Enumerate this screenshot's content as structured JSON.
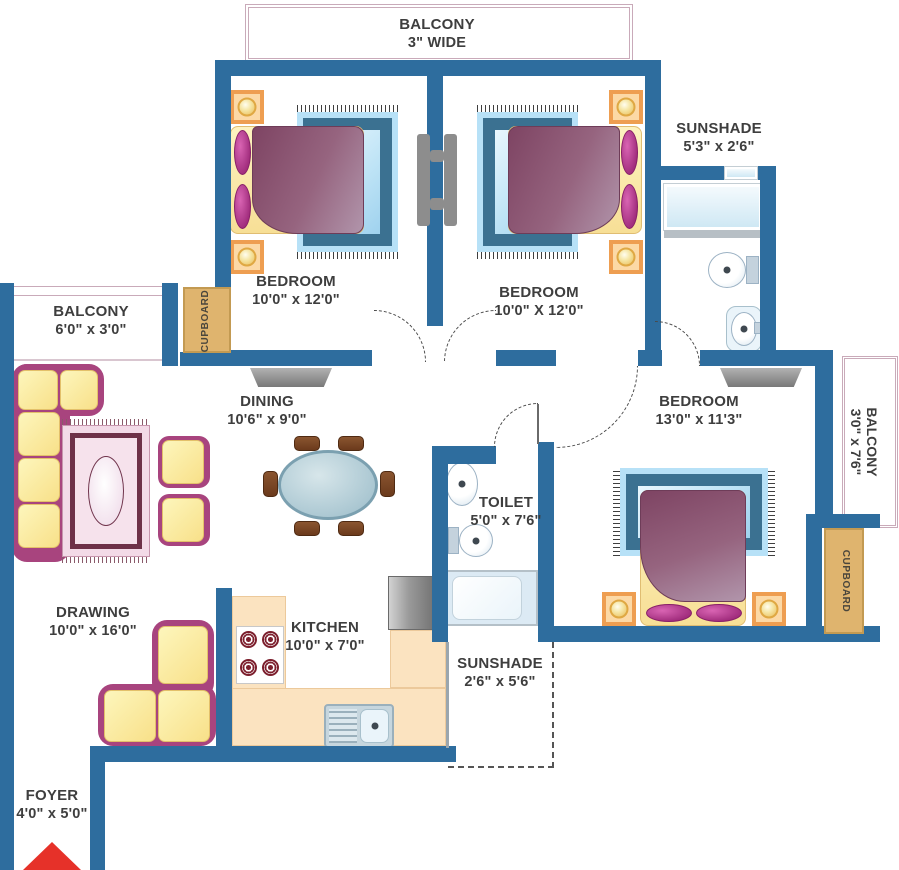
{
  "plan": {
    "rooms": {
      "balcony_top": {
        "name": "BALCONY",
        "dims": "3\" WIDE"
      },
      "bedroom_1": {
        "name": "BEDROOM",
        "dims": "10'0\" x 12'0\""
      },
      "bedroom_2": {
        "name": "BEDROOM",
        "dims": "10'0\" X 12'0\""
      },
      "sunshade_top": {
        "name": "SUNSHADE",
        "dims": "5'3\" x 2'6\""
      },
      "balcony_left": {
        "name": "BALCONY",
        "dims": "6'0\" x 3'0\""
      },
      "dining": {
        "name": "DINING",
        "dims": "10'6\" x 9'0\""
      },
      "bedroom_3": {
        "name": "BEDROOM",
        "dims": "13'0\" x 11'3\""
      },
      "balcony_right": {
        "name": "BALCONY",
        "dims": "3'0\" x 7'6\""
      },
      "toilet": {
        "name": "TOILET",
        "dims": "5'0\" x 7'6\""
      },
      "drawing": {
        "name": "DRAWING",
        "dims": "10'0\" x 16'0\""
      },
      "kitchen": {
        "name": "KITCHEN",
        "dims": "10'0\" x 7'0\""
      },
      "sunshade_bottom": {
        "name": "SUNSHADE",
        "dims": "2'6\" x 5'6\""
      },
      "foyer": {
        "name": "FOYER",
        "dims": "4'0\" x 5'0\""
      }
    },
    "cupboard_label": "CUPBOARD",
    "colors": {
      "wall": "#2e6d9e",
      "balcony_line": "#c9aab9",
      "cupboard": "#dfb46e",
      "entry_arrow": "#e63129",
      "text": "#3e3e3e"
    }
  }
}
